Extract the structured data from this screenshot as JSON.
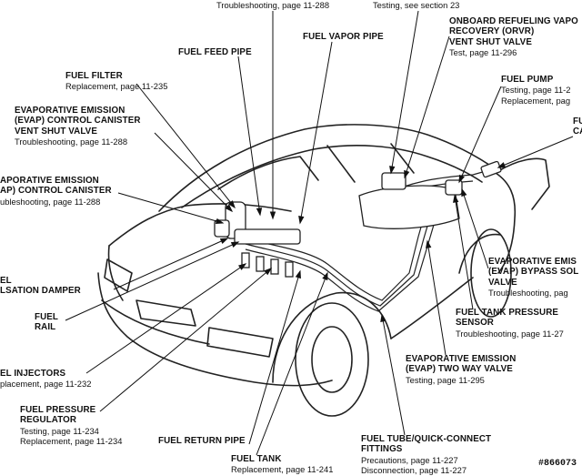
{
  "top_notes": {
    "left": "Troubleshooting, page 11-288",
    "right": "Testing, see section 23"
  },
  "labels": {
    "orvr": {
      "title": [
        "ONBOARD REFUELING VAPO",
        "RECOVERY (ORVR)",
        "VENT SHUT VALVE"
      ],
      "sub": [
        "Test, page 11-296"
      ]
    },
    "fuel_pump": {
      "title": [
        "FUEL PUMP"
      ],
      "sub": [
        "Testing, page 11-2",
        "Replacement, pag"
      ]
    },
    "edge_right": {
      "title": [
        "FU",
        "CA"
      ],
      "sub": []
    },
    "fuel_feed_pipe": {
      "title": [
        "FUEL FEED PIPE"
      ],
      "sub": []
    },
    "fuel_vapor_pipe": {
      "title": [
        "FUEL VAPOR PIPE"
      ],
      "sub": []
    },
    "fuel_filter": {
      "title": [
        "FUEL FILTER"
      ],
      "sub": [
        "Replacement, page 11-235"
      ]
    },
    "evap_vent": {
      "title": [
        "EVAPORATIVE EMISSION",
        "(EVAP) CONTROL CANISTER",
        "VENT SHUT VALVE"
      ],
      "sub": [
        "Troubleshooting, page 11-288"
      ]
    },
    "evap_canister": {
      "title": [
        "APORATIVE EMISSION",
        "AP) CONTROL CANISTER"
      ],
      "sub": [
        "ubleshooting, page 11-288"
      ]
    },
    "pulsation": {
      "title": [
        "EL",
        "LSATION DAMPER"
      ],
      "sub": []
    },
    "fuel_rail": {
      "title": [
        "FUEL",
        "RAIL"
      ],
      "sub": []
    },
    "injectors": {
      "title": [
        "EL INJECTORS"
      ],
      "sub": [
        "placement, page 11-232"
      ]
    },
    "regulator": {
      "title": [
        "FUEL PRESSURE",
        "REGULATOR"
      ],
      "sub": [
        "Testing, page 11-234",
        "Replacement, page 11-234"
      ]
    },
    "return_pipe": {
      "title": [
        "FUEL RETURN PIPE"
      ],
      "sub": []
    },
    "fuel_tank": {
      "title": [
        "FUEL TANK"
      ],
      "sub": [
        "Replacement, page 11-241"
      ]
    },
    "quick_connect": {
      "title": [
        "FUEL TUBE/QUICK-CONNECT",
        "FITTINGS"
      ],
      "sub": [
        "Precautions, page 11-227",
        "Disconnection, page 11-227"
      ]
    },
    "two_way": {
      "title": [
        "EVAPORATIVE EMISSION",
        "(EVAP) TWO WAY VALVE"
      ],
      "sub": [
        "Testing, page 11-295"
      ]
    },
    "tank_pressure": {
      "title": [
        "FUEL TANK PRESSURE",
        "SENSOR"
      ],
      "sub": [
        "Troubleshooting, page 11-27"
      ]
    },
    "bypass": {
      "title": [
        "EVAPORATIVE EMIS",
        "(EVAP) BYPASS SOL",
        "VALVE"
      ],
      "sub": [
        "Troubleshooting, pag"
      ]
    }
  },
  "watermark": "#866073"
}
